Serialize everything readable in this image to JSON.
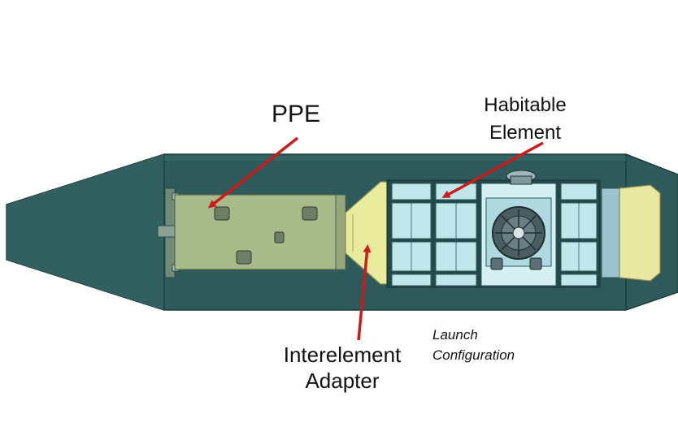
{
  "labels": {
    "ppe": "PPE",
    "habitable_element": [
      "Habitable",
      "Element"
    ],
    "interelement_adapter": [
      "Interelement",
      "Adapter"
    ],
    "launch_configuration": [
      "Launch",
      "Configuration"
    ]
  },
  "colors": {
    "fairing": "#2e5a5b",
    "fairing_edge": "#1d3d3e",
    "ppe_module": "#a8b98a",
    "adapter": "#e8ea9c",
    "habitable_panels": "#bfe6ea",
    "arrow": "#cc1b1b"
  }
}
